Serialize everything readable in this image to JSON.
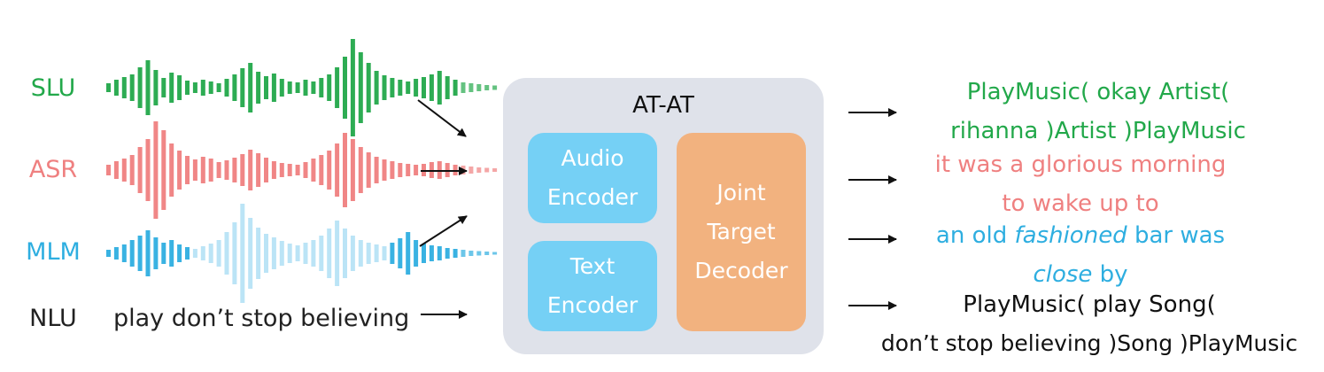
{
  "inputs": {
    "slu": "SLU",
    "asr": "ASR",
    "mlm": "MLM",
    "nlu": "NLU",
    "nlu_text": "play don’t stop believing"
  },
  "model": {
    "title": "AT-AT",
    "audio_encoder": [
      "Audio",
      "Encoder"
    ],
    "text_encoder": [
      "Text",
      "Encoder"
    ],
    "decoder": [
      "Joint",
      "Target",
      "Decoder"
    ]
  },
  "outputs": {
    "slu": [
      "PlayMusic( okay Artist(",
      "rihanna  )Artist )PlayMusic"
    ],
    "asr": [
      "it was a glorious morning",
      "to wake up to"
    ],
    "mlm_line1": [
      "an old ",
      "fashioned",
      " bar was"
    ],
    "mlm_line2": [
      "close",
      " by"
    ],
    "nlu": [
      "PlayMusic( play Song(",
      "don’t stop believing )Song )PlayMusic"
    ]
  },
  "colors": {
    "slu": "#22a84a",
    "asr": "#ef8080",
    "mlm": "#2eaee0",
    "mlm_light": "#b7e3f5",
    "text": "#222222",
    "panel": "#dfe2ea",
    "encoder": "#75d0f5",
    "decoder": "#f2b27f"
  }
}
